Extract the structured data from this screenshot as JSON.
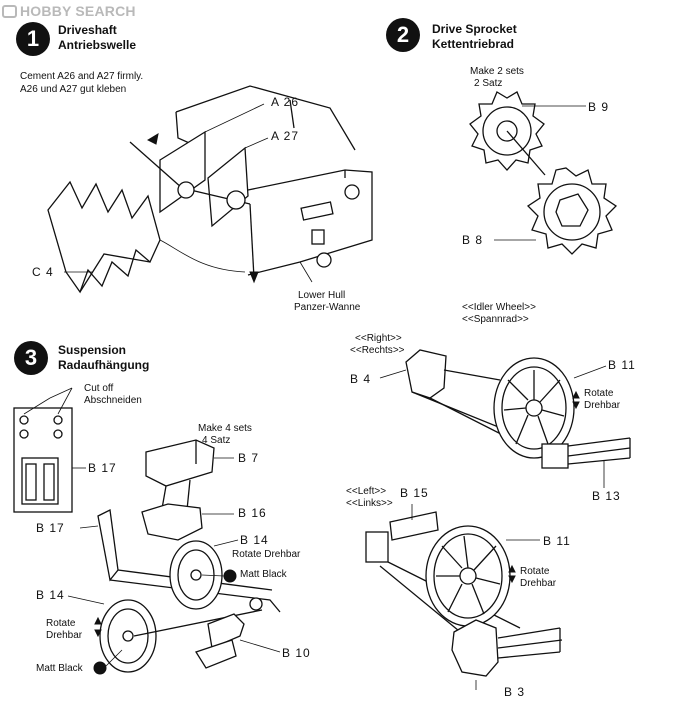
{
  "watermark": {
    "text": "HOBBY SEARCH"
  },
  "steps": [
    {
      "number": "1",
      "title_en": "Driveshaft",
      "title_de": "Antriebswelle"
    },
    {
      "number": "2",
      "title_en": "Drive Sprocket",
      "title_de": "Kettentriebrad"
    },
    {
      "number": "3",
      "title_en": "Suspension",
      "title_de": "Radaufhängung"
    }
  ],
  "notes": {
    "cement_en": "Cement A26 and A27 firmly.",
    "cement_de": "A26 und A27 gut kleben",
    "make2_en": "Make 2 sets",
    "make2_de": "2 Satz",
    "lower_hull_en": "Lower Hull",
    "lower_hull_de": "Panzer-Wanne",
    "idler_en": "Idler Wheel",
    "idler_de": "Spannrad",
    "right_en": "Right",
    "right_de": "Rechts",
    "left_en": "Left",
    "left_de": "Links",
    "cut_en": "Cut off",
    "cut_de": "Abschneiden",
    "make4_en": "Make 4 sets",
    "make4_de": "4 Satz",
    "rotate_en": "Rotate",
    "rotate_de": "Drehbar",
    "rotate_inline": "Rotate  Drehbar",
    "matt_black": "Matt Black"
  },
  "parts": {
    "a26": "A 26",
    "a27": "A 27",
    "c4": "C 4",
    "b9": "B 9",
    "b8": "B 8",
    "b11": "B 11",
    "b4": "B 4",
    "b13": "B 13",
    "b15": "B 15",
    "b3": "B 3",
    "b7": "B 7",
    "b17": "B 17",
    "b16": "B 16",
    "b14": "B 14",
    "b10": "B 10"
  },
  "colors": {
    "ink": "#111111",
    "paper": "#ffffff",
    "watermark": "#b9b9b9"
  }
}
